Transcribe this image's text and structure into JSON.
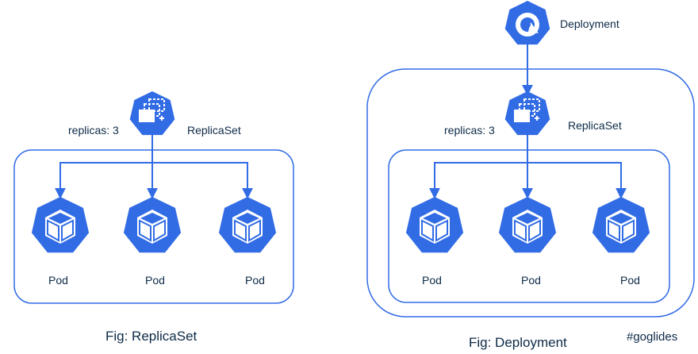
{
  "left": {
    "replicas_label": "replicas: 3",
    "replicaset_label": "ReplicaSet",
    "pods": [
      "Pod",
      "Pod",
      "Pod"
    ],
    "caption": "Fig: ReplicaSet"
  },
  "right": {
    "deployment_label": "Deployment",
    "replicas_label": "replicas: 3",
    "replicaset_label": "ReplicaSet",
    "pods": [
      "Pod",
      "Pod",
      "Pod"
    ],
    "caption": "Fig: Deployment"
  },
  "tag": "#goglides",
  "colors": {
    "accent": "#326ce5",
    "text": "#0d2a47"
  },
  "icons": {
    "replicaset": "replicaset-icon",
    "pod": "pod-cube-icon",
    "deployment": "deployment-icon"
  }
}
